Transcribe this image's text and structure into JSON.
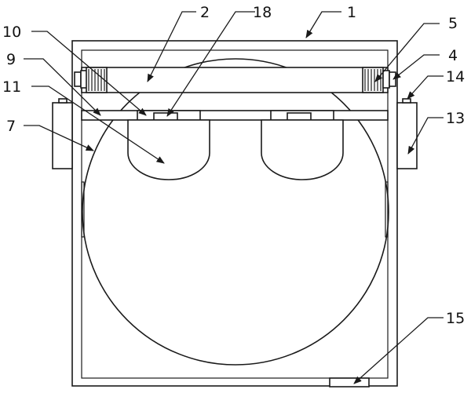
{
  "labels": {
    "l1": "1",
    "l2": "2",
    "l4": "4",
    "l5": "5",
    "l7": "7",
    "l9": "9",
    "l10": "10",
    "l11": "11",
    "l13": "13",
    "l14": "14",
    "l15": "15",
    "l18": "18"
  }
}
